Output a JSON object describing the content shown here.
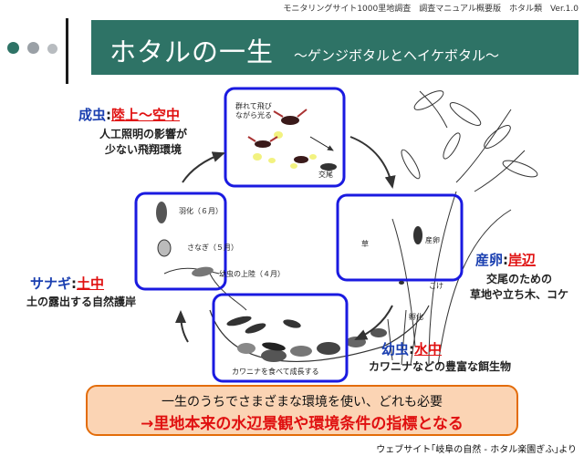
{
  "header_note": "モニタリングサイト1000里地調査　調査マニュアル概要版　ホタル類　Ver.1.0",
  "title": {
    "main": "ホタルの一生",
    "sub": "～ゲンジボタルとヘイケボタル～"
  },
  "illustration_labels": {
    "flying": "群れて飛び\nながら光る",
    "mating": "交尾",
    "pupation": "羽化（６月）",
    "pupa": "さなぎ（５月）",
    "landing": "幼虫の上陸（４月）",
    "feeding": "カワニナを食べて成長する",
    "hatching": "孵化",
    "spawning": "産卵",
    "grass": "草",
    "moss": "こけ"
  },
  "stages": {
    "adult": {
      "name": "成虫",
      "sep": ":",
      "habitat": "陸上～空中",
      "desc": "人工照明の影響が\n少ない飛翔環境"
    },
    "egg": {
      "name": "産卵",
      "sep": ":",
      "habitat": "岸辺",
      "desc": "交尾のための\n草地や立ち木、コケ"
    },
    "larva": {
      "name": "幼虫",
      "sep": ":",
      "habitat": "水中",
      "desc": "カワニナなどの豊富な餌生物"
    },
    "pupa": {
      "name": "サナギ",
      "sep": ":",
      "habitat": "土中",
      "desc": "土の露出する自然護岸"
    }
  },
  "summary": {
    "line1": "一生のうちでさまざまな環境を使い、どれも必要",
    "line2": "→里地本来の水辺景観や環境条件の指標となる"
  },
  "source_note": "ウェブサイト｢岐阜の自然 - ホタル楽園ぎふ｣より",
  "colors": {
    "banner": "#2e7366",
    "stage_name": "#1a3fb0",
    "habitat": "#e01010",
    "frame": "#1a1ae0",
    "summary_fill": "#fbd4b4",
    "summary_border": "#e36c09",
    "dots": [
      "#2e7366",
      "#9aa0a6",
      "#b8bcc0"
    ]
  }
}
